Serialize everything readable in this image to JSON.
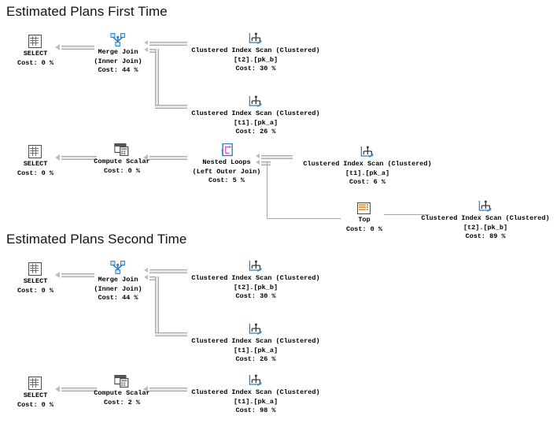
{
  "sections": [
    {
      "title": "Estimated Plans First Time",
      "nodes": [
        {
          "name": "select",
          "icon": "select-icon",
          "lines": [
            "SELECT",
            "Cost: 0 %"
          ]
        },
        {
          "name": "merge-join",
          "icon": "merge-join-icon",
          "lines": [
            "Merge Join",
            "(Inner Join)",
            "Cost: 44 %"
          ]
        },
        {
          "name": "scan-t2-pkb",
          "icon": "clustered-index-scan-icon",
          "lines": [
            "Clustered Index Scan (Clustered)",
            "[t2].[pk_b]",
            "Cost: 30 %"
          ]
        },
        {
          "name": "scan-t1-pka",
          "icon": "clustered-index-scan-icon",
          "lines": [
            "Clustered Index Scan (Clustered)",
            "[t1].[pk_a]",
            "Cost: 26 %"
          ]
        },
        {
          "name": "select-2",
          "icon": "select-icon",
          "lines": [
            "SELECT",
            "Cost: 0 %"
          ]
        },
        {
          "name": "compute-scalar",
          "icon": "compute-scalar-icon",
          "lines": [
            "Compute Scalar",
            "Cost: 0 %"
          ]
        },
        {
          "name": "nested-loops",
          "icon": "nested-loops-icon",
          "lines": [
            "Nested Loops",
            "(Left Outer Join)",
            "Cost: 5 %"
          ]
        },
        {
          "name": "scan-t1-pka-2",
          "icon": "clustered-index-scan-icon",
          "lines": [
            "Clustered Index Scan (Clustered)",
            "[t1].[pk_a]",
            "Cost: 6 %"
          ]
        },
        {
          "name": "top",
          "icon": "top-icon",
          "lines": [
            "Top",
            "Cost: 0 %"
          ]
        },
        {
          "name": "scan-t2-pkb-2",
          "icon": "clustered-index-scan-icon",
          "lines": [
            "Clustered Index Scan (Clustered)",
            "[t2].[pk_b]",
            "Cost: 89 %"
          ]
        }
      ]
    },
    {
      "title": "Estimated Plans Second Time",
      "nodes": [
        {
          "name": "select",
          "icon": "select-icon",
          "lines": [
            "SELECT",
            "Cost: 0 %"
          ]
        },
        {
          "name": "merge-join",
          "icon": "merge-join-icon",
          "lines": [
            "Merge Join",
            "(Inner Join)",
            "Cost: 44 %"
          ]
        },
        {
          "name": "scan-t2-pkb",
          "icon": "clustered-index-scan-icon",
          "lines": [
            "Clustered Index Scan (Clustered)",
            "[t2].[pk_b]",
            "Cost: 30 %"
          ]
        },
        {
          "name": "scan-t1-pka",
          "icon": "clustered-index-scan-icon",
          "lines": [
            "Clustered Index Scan (Clustered)",
            "[t1].[pk_a]",
            "Cost: 26 %"
          ]
        },
        {
          "name": "select-2",
          "icon": "select-icon",
          "lines": [
            "SELECT",
            "Cost: 0 %"
          ]
        },
        {
          "name": "compute-scalar",
          "icon": "compute-scalar-icon",
          "lines": [
            "Compute Scalar",
            "Cost: 2 %"
          ]
        },
        {
          "name": "scan-t1-pka-2",
          "icon": "clustered-index-scan-icon",
          "lines": [
            "Clustered Index Scan (Clustered)",
            "[t1].[pk_a]",
            "Cost: 98 %"
          ]
        }
      ]
    }
  ],
  "colors": {
    "background": "#ffffff",
    "text": "#000000",
    "connector": "#a6a6a6",
    "connector_fill": "#e4e4e4",
    "icon_blue": "#2f7fc1",
    "icon_magenta": "#d85fb0",
    "icon_gray": "#4a4a4a",
    "icon_orange": "#e8a33d"
  }
}
